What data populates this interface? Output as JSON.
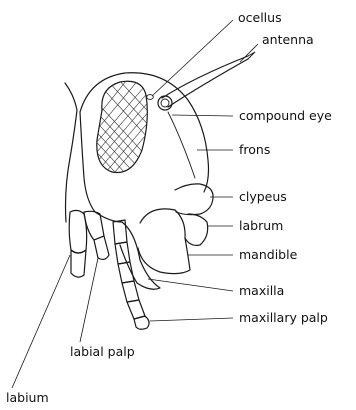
{
  "diagram": {
    "labels": {
      "ocellus": "ocellus",
      "antenna": "antenna",
      "compound_eye": "compound eye",
      "frons": "frons",
      "clypeus": "clypeus",
      "labrum": "labrum",
      "mandible": "mandible",
      "maxilla": "maxilla",
      "maxillary_palp": "maxillary palp",
      "labial_palp": "labial palp",
      "labium": "labium"
    },
    "colors": {
      "ink": "#1a1a1a",
      "background": "#ffffff"
    }
  }
}
